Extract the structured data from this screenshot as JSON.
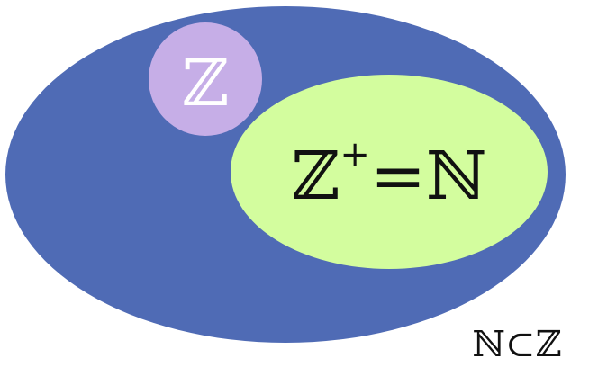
{
  "diagram": {
    "outer_set": {
      "color": "#4f6bb5"
    },
    "circle_set": {
      "label": "ℤ",
      "color": "#c6aee7",
      "text_color": "#ffffff"
    },
    "inner_set": {
      "label_main": "ℤ",
      "label_superscript": "+",
      "label_equals": "=",
      "label_rhs": "ℕ",
      "color": "#d3fd9e",
      "text_color": "#111111"
    },
    "relation": {
      "label": "ℕ⊂ℤ",
      "text_color": "#111111"
    }
  }
}
